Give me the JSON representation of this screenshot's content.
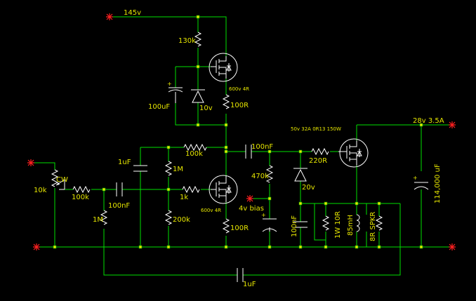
{
  "labels": {
    "v145": "145v",
    "r130k": "130k",
    "q1_rating": "600v 4R",
    "c100uF": "100uF",
    "z10v": "10v",
    "r100R_top": "100R",
    "c1uF_left": "1uF",
    "r100k_top": "100k",
    "c100nF_top": "100nF",
    "q3_rating": "50v 32A 0R13 150W",
    "v28": "28v 3.5A",
    "r1M_mid": "1M",
    "r470k": "470k",
    "r220R": "220R",
    "pot_cw": "CW",
    "pot_10k": "10k",
    "r100k_in": "100k",
    "r1k": "1k",
    "c100nF_in": "100nF",
    "z20v": "20v",
    "c114000uF": "114,000 uF",
    "r1M_left": "1M",
    "q2_rating": "600v 4R",
    "bias": "4v bias",
    "c100nF_mid": "100nF",
    "r1W10R": "1W 10R",
    "l85mH": "85mH",
    "spkr": "8R SPKR",
    "r200k": "200k",
    "r100R_bot": "100R",
    "c1uF_bot": "1uF"
  },
  "colors": {
    "background": "#000000",
    "wire": "#00e000",
    "component": "#ffffff",
    "text": "#e6e600",
    "terminal": "#ff2020"
  }
}
